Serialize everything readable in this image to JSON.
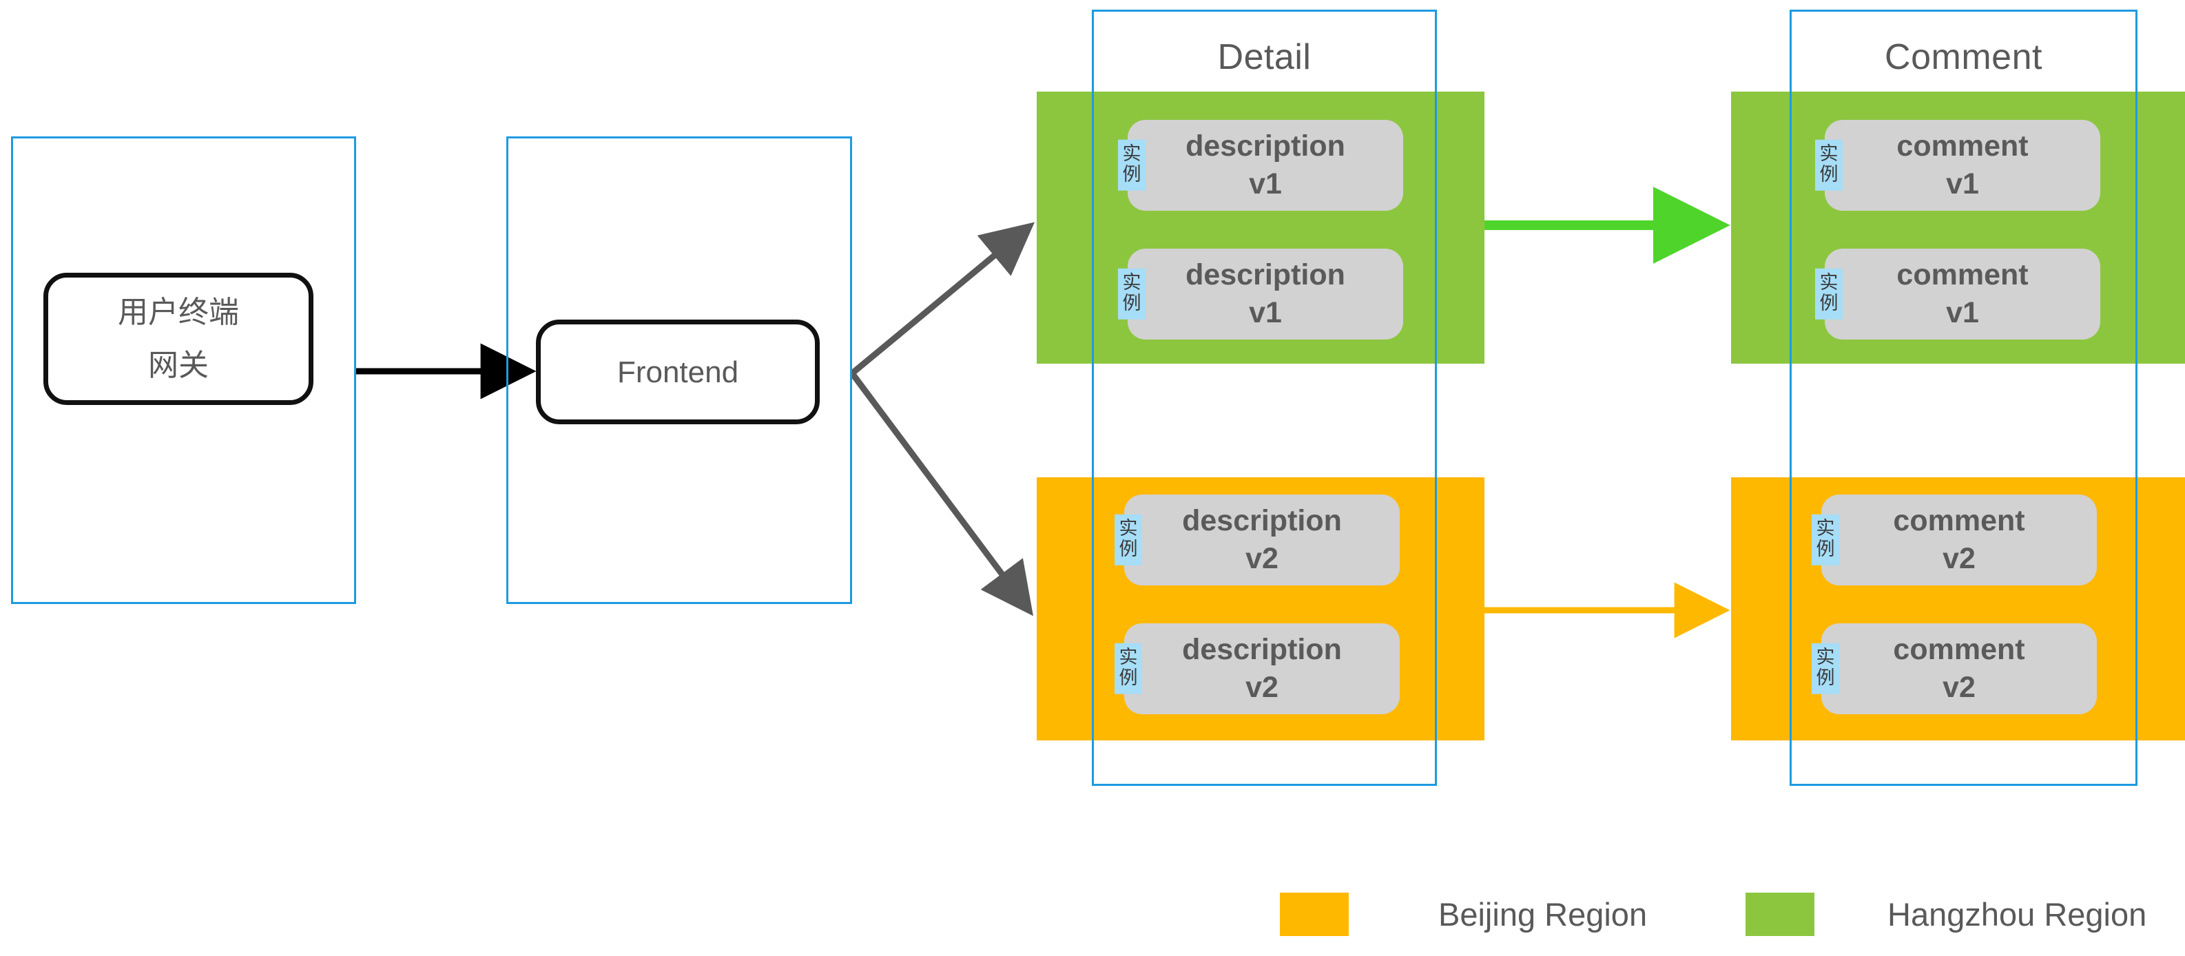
{
  "diagram": {
    "title_bar": null,
    "groups": [
      {
        "id": "client",
        "label": ""
      },
      {
        "id": "frontend",
        "label": ""
      },
      {
        "id": "detail",
        "label": "Detail"
      },
      {
        "id": "comment",
        "label": "Comment"
      }
    ],
    "nodes": [
      {
        "id": "client-gateway",
        "line1": "用户终端",
        "line2": "网关"
      },
      {
        "id": "frontend",
        "line1": "Frontend",
        "line2": ""
      }
    ],
    "instance_badge": {
      "char1": "实",
      "char2": "例"
    },
    "detail": {
      "hangzhou": [
        {
          "text": "description\nv1"
        },
        {
          "text": "description\nv1"
        }
      ],
      "beijing": [
        {
          "text": "description\nv2"
        },
        {
          "text": "description\nv2"
        }
      ]
    },
    "comment": {
      "hangzhou": [
        {
          "text": "comment\nv1"
        },
        {
          "text": "comment\nv1"
        }
      ],
      "beijing": [
        {
          "text": "comment\nv2"
        },
        {
          "text": "comment\nv2"
        }
      ]
    },
    "legend": [
      {
        "id": "beijing",
        "label": "Beijing Region",
        "color": "#FFB800"
      },
      {
        "id": "hangzhou",
        "label": "Hangzhou Region",
        "color": "#8CC63F"
      }
    ],
    "colors": {
      "container_border": "#1E9BE0",
      "node_border": "#111111",
      "text": "#595959",
      "card_bg": "#D2D2D2",
      "badge_bg": "#A6DDF7",
      "green_band": "#8CC63F",
      "orange_band": "#FFB800",
      "green_arrow": "#4FD42B",
      "orange_arrow": "#FFB800",
      "gray_arrow": "#595959",
      "black_arrow": "#000000"
    }
  }
}
